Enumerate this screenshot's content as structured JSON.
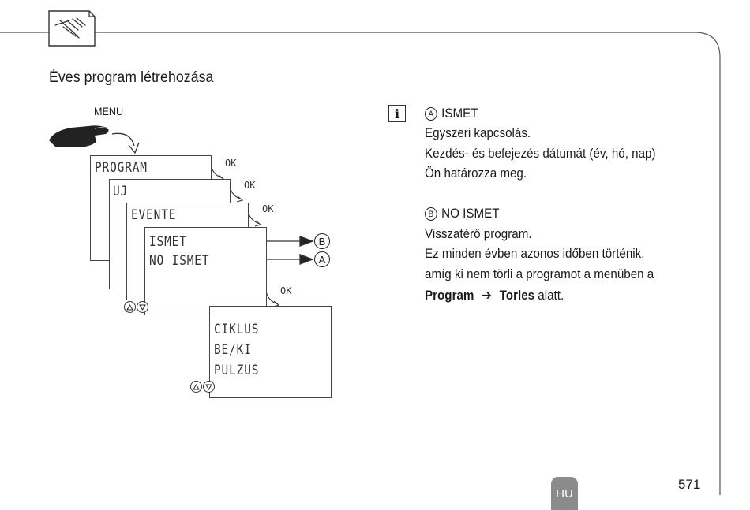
{
  "title": "Éves program létrehozása",
  "menu_label": "MENU",
  "screens": {
    "program": "PROGRAM",
    "uj": "UJ",
    "evente": "EVENTE",
    "ismet": "ISMET",
    "no_ismet": "NO ISMET",
    "ciklus": "CIKLUS",
    "be_ki": "BE/KI",
    "pulzus": "PULZUS"
  },
  "ok_label": "OK",
  "markers": {
    "a": "A",
    "b": "B"
  },
  "info": {
    "icon": "info-icon",
    "a_heading": "ISMET",
    "a_lines": [
      "Egyszeri kapcsolás.",
      "Kezdés- és befejezés dátumát (év, hó, nap)",
      "Ön határozza meg."
    ],
    "b_heading": "NO ISMET",
    "b_lines": [
      "Visszatérő program.",
      "Ez minden évben azonos időben történik,",
      "amíg ki nem törli a programot a menüben a"
    ],
    "last_line": {
      "program": "Program",
      "arrow": "➔",
      "torles": "Torles",
      "alatt": "alatt."
    }
  },
  "footer": {
    "lang_tab": "HU",
    "page_number": "571"
  },
  "colors": {
    "tab": "#8b8b8b",
    "line": "#333333"
  }
}
